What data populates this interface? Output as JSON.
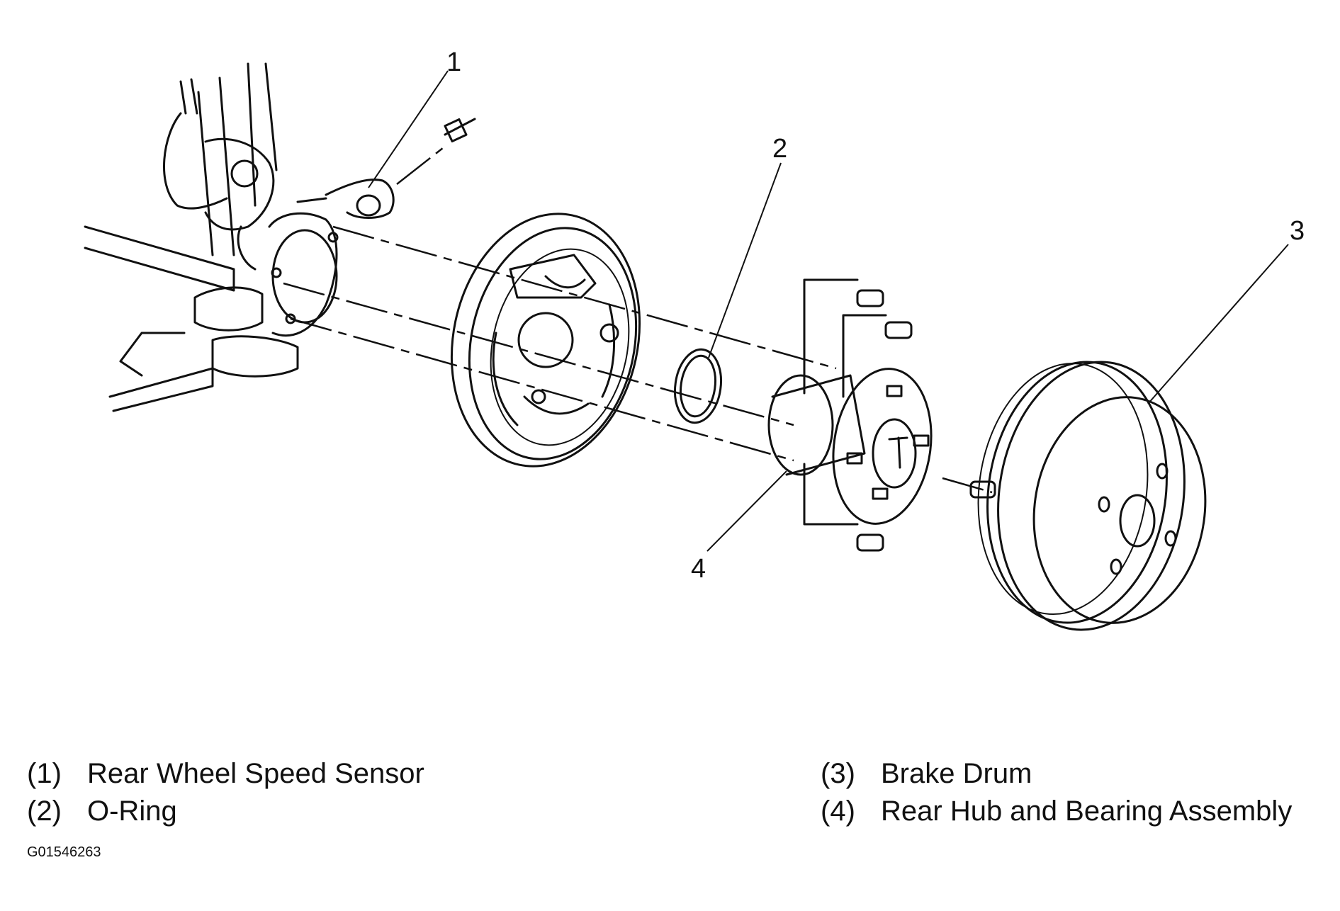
{
  "callouts": [
    {
      "id": "callout-1",
      "text": "1"
    },
    {
      "id": "callout-2",
      "text": "2"
    },
    {
      "id": "callout-3",
      "text": "3"
    },
    {
      "id": "callout-4",
      "text": "4"
    }
  ],
  "legend": {
    "left": [
      {
        "num": "(1)",
        "label": "Rear Wheel Speed Sensor"
      },
      {
        "num": "(2)",
        "label": "O-Ring"
      }
    ],
    "right": [
      {
        "num": "(3)",
        "label": "Brake Drum"
      },
      {
        "num": "(4)",
        "label": "Rear Hub and Bearing Assembly"
      }
    ]
  },
  "figure_id": "G01546263"
}
